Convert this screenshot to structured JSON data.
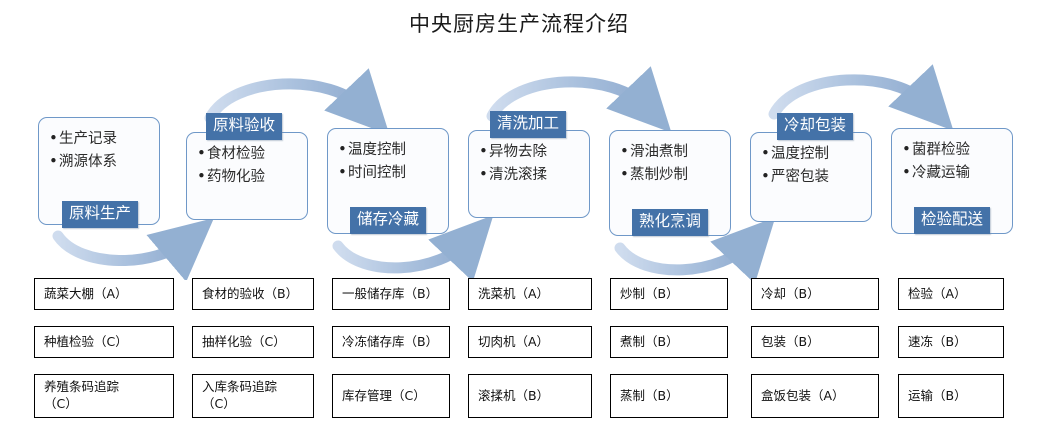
{
  "title": "中央厨房生产流程介绍",
  "theme": {
    "badge_fill": "#4472a8",
    "badge_text": "#ffffff",
    "card_border": "#6f98c8",
    "card_fill": "#fbfcfe",
    "arrow_color": "#9db6d6",
    "table_border": "#000000",
    "page_background": "#ffffff"
  },
  "stages": [
    {
      "badge": "原料生产",
      "badge_position": "bottom",
      "items": [
        "生产记录",
        "溯源体系"
      ]
    },
    {
      "badge": "原料验收",
      "badge_position": "top",
      "items": [
        "食材检验",
        "药物化验"
      ]
    },
    {
      "badge": "储存冷藏",
      "badge_position": "bottom",
      "items": [
        "温度控制",
        "时间控制"
      ]
    },
    {
      "badge": "清洗加工",
      "badge_position": "top",
      "items": [
        "异物去除",
        "清洗滚揉"
      ]
    },
    {
      "badge": "熟化烹调",
      "badge_position": "bottom",
      "items": [
        "滑油煮制",
        "蒸制炒制"
      ]
    },
    {
      "badge": "冷却包装",
      "badge_position": "top",
      "items": [
        "温度控制",
        "严密包装"
      ]
    },
    {
      "badge": "检验配送",
      "badge_position": "bottom",
      "items": [
        "菌群检验",
        "冷藏运输"
      ]
    }
  ],
  "equipment_columns": [
    [
      "蔬菜大棚（A）",
      "种植检验（C）",
      "养殖条码追踪\n（C）"
    ],
    [
      "食材的验收（B）",
      "抽样化验（C）",
      "入库条码追踪\n（C）"
    ],
    [
      "一般储存库（B）",
      "冷冻储存库（B）",
      "库存管理（C）"
    ],
    [
      "洗菜机（A）",
      "切肉机（A）",
      "滚揉机（B）"
    ],
    [
      "炒制（B）",
      "煮制（B）",
      "蒸制（B）"
    ],
    [
      "冷却（B）",
      "包装（B）",
      "盒饭包装（A）"
    ],
    [
      "检验（A）",
      "速冻（B）",
      "运输（B）"
    ]
  ],
  "bullet_glyph": "•"
}
